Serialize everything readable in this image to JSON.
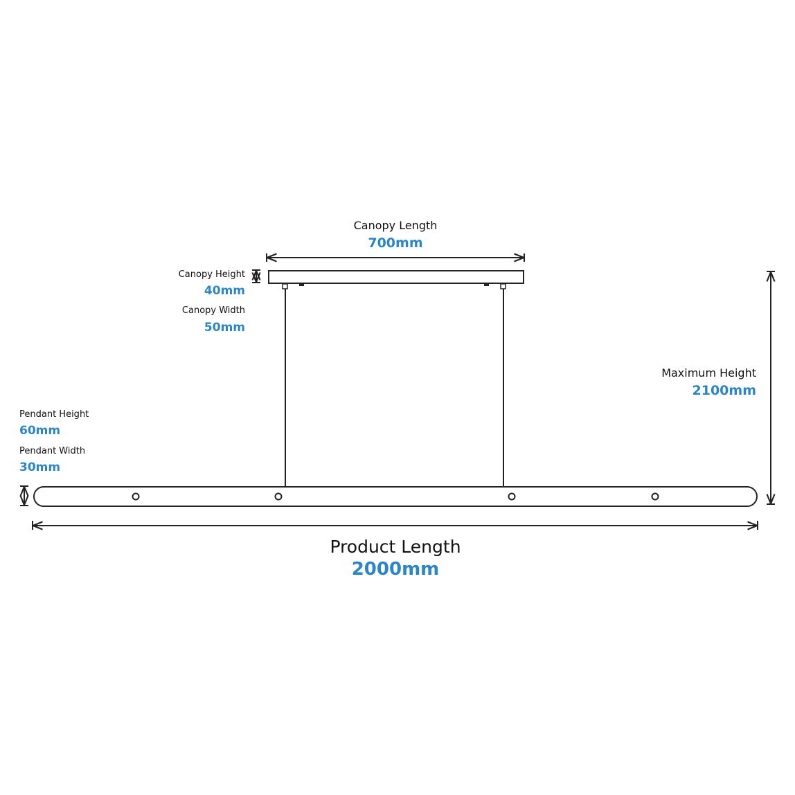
{
  "colors": {
    "accent": "#2a86c8",
    "line": "#222222"
  },
  "dimensions": {
    "canopy_length": {
      "label": "Canopy Length",
      "value": "700mm"
    },
    "canopy_height": {
      "label": "Canopy Height",
      "value": "40mm"
    },
    "canopy_width": {
      "label": "Canopy Width",
      "value": "50mm"
    },
    "maximum_height": {
      "label": "Maximum Height",
      "value": "2100mm"
    },
    "pendant_height": {
      "label": "Pendant Height",
      "value": "60mm"
    },
    "pendant_width": {
      "label": "Pendant Width",
      "value": "30mm"
    },
    "product_length": {
      "label": "Product Length",
      "value": "2000mm"
    }
  }
}
